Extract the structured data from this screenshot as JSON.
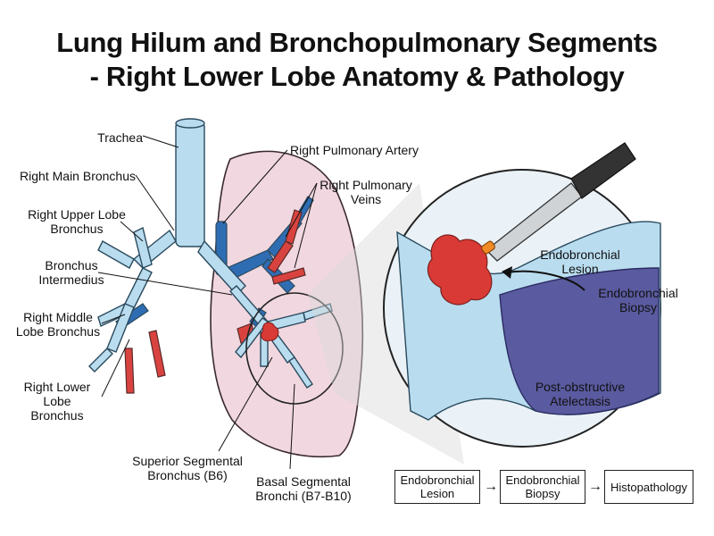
{
  "title": {
    "line1": "Lung Hilum and Bronchopulmonary Segments",
    "line2": "- Right Lower Lobe Anatomy & Pathology"
  },
  "labels": {
    "trachea": "Trachea",
    "right_main_bronchus": "Right Main Bronchus",
    "right_upper_lobe_bronchus_1": "Right Upper Lobe",
    "right_upper_lobe_bronchus_2": "Bronchus",
    "bronchus_intermedius_1": "Bronchus",
    "bronchus_intermedius_2": "Intermedius",
    "right_middle_lobe_bronchus_1": "Right Middle",
    "right_middle_lobe_bronchus_2": "Lobe Bronchus",
    "right_lower_lobe_bronchus_1": "Right Lower",
    "right_lower_lobe_bronchus_2": "Lobe",
    "right_lower_lobe_bronchus_3": "Bronchus",
    "right_pulmonary_artery": "Right Pulmonary Artery",
    "right_pulmonary_veins_1": "Right Pulmonary",
    "right_pulmonary_veins_2": "Veins",
    "superior_segmental_1": "Superior Segmental",
    "superior_segmental_2": "Bronchus (B6)",
    "basal_segmental_1": "Basal Segmental",
    "basal_segmental_2": "Bronchi (B7-B10)"
  },
  "zoom": {
    "endobronchial_lesion_1": "Endobronchial",
    "endobronchial_lesion_2": "Lesion",
    "endobronchial_biopsy_1": "Endobronchial",
    "endobronchial_biopsy_2": "Biopsy",
    "atelectasis_1": "Post-obstructive",
    "atelectasis_2": "Atelectasis"
  },
  "flow": {
    "steps": [
      {
        "line1": "Endobronchial",
        "line2": "Lesion"
      },
      {
        "line1": "Endobronchial",
        "line2": "Biopsy"
      },
      {
        "line1": "Histopathology",
        "line2": ""
      }
    ],
    "arrow_glyph": "→"
  },
  "colors": {
    "airway": "#b9dcef",
    "airway_outline": "#2a4a5e",
    "artery": "#2f6db3",
    "vein": "#d9433f",
    "lung": "#f1d7df",
    "lesion": "#d93a36",
    "atelectasis": "#5a5aa0"
  }
}
